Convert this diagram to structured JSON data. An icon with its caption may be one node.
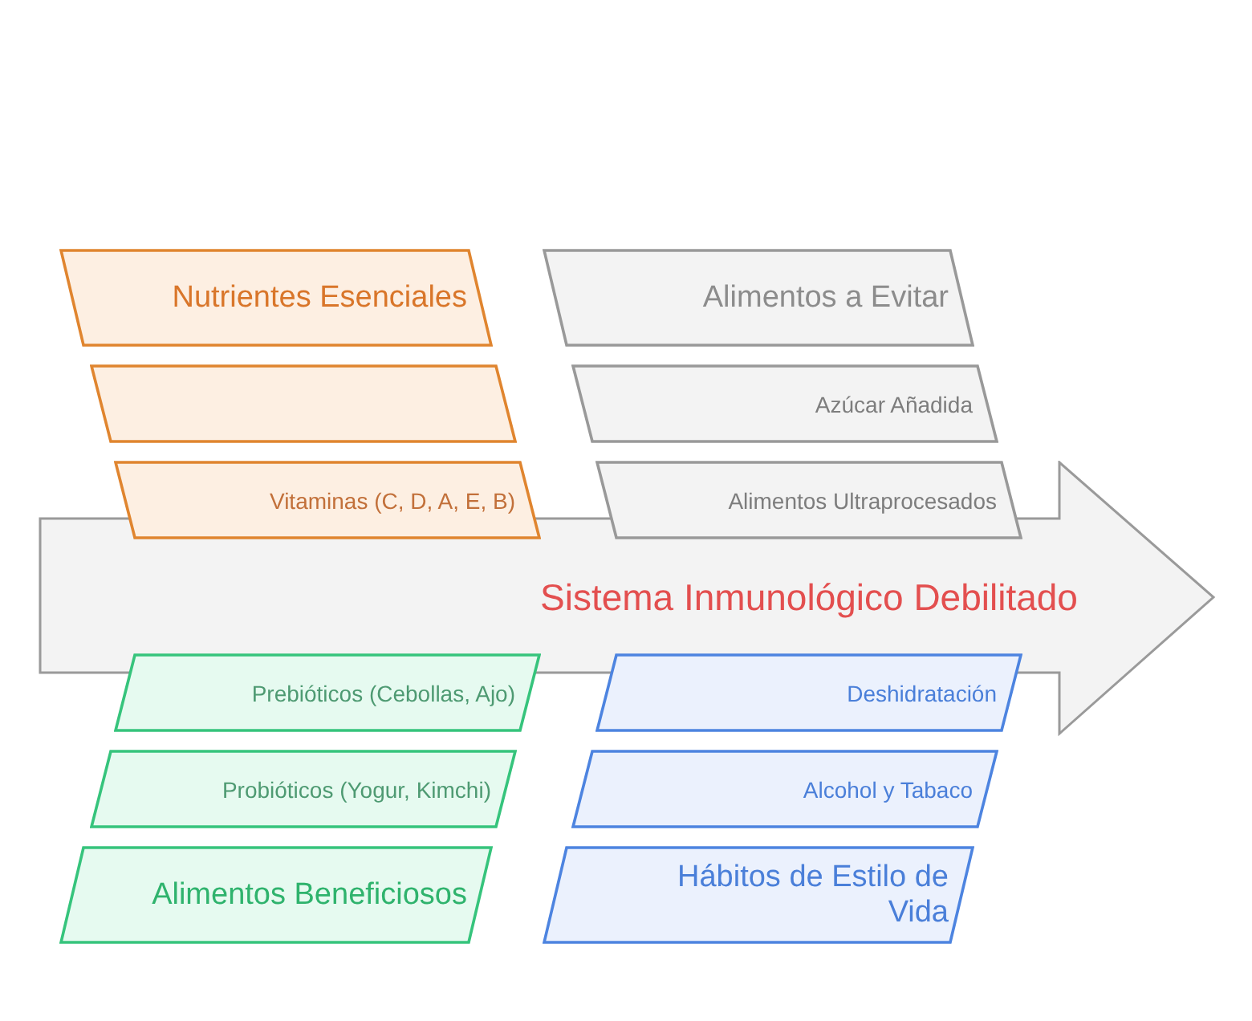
{
  "diagram": {
    "nodes": [
      {
        "text": [
          "Nutrientes Esenciales"
        ]
      },
      {
        "text": [
          "Alimentos a Evitar"
        ]
      },
      {
        "text": [],
        "shape": "box"
      },
      {
        "text": [
          "Azúcar Añadida"
        ]
      },
      {
        "text": [
          "Vitaminas (C, D, A, E, B)"
        ]
      },
      {
        "text": [
          "Alimentos Ultraprocesados"
        ]
      },
      {
        "text": [
          "Sistema Inmunológico Debilitado"
        ]
      },
      {
        "text": [
          "Prebióticos (Cebollas, Ajo)"
        ]
      },
      {
        "text": [
          "Deshidratación"
        ]
      },
      {
        "text": [
          "Probióticos (Yogur, Kimchi)"
        ]
      },
      {
        "text": [
          "Alcohol y Tabaco"
        ]
      },
      {
        "text": [
          "Alimentos Beneficiosos"
        ]
      },
      {
        "text": [
          "Hábitos de Estilo de Vida"
        ]
      }
    ],
    "edges": []
  }
}
